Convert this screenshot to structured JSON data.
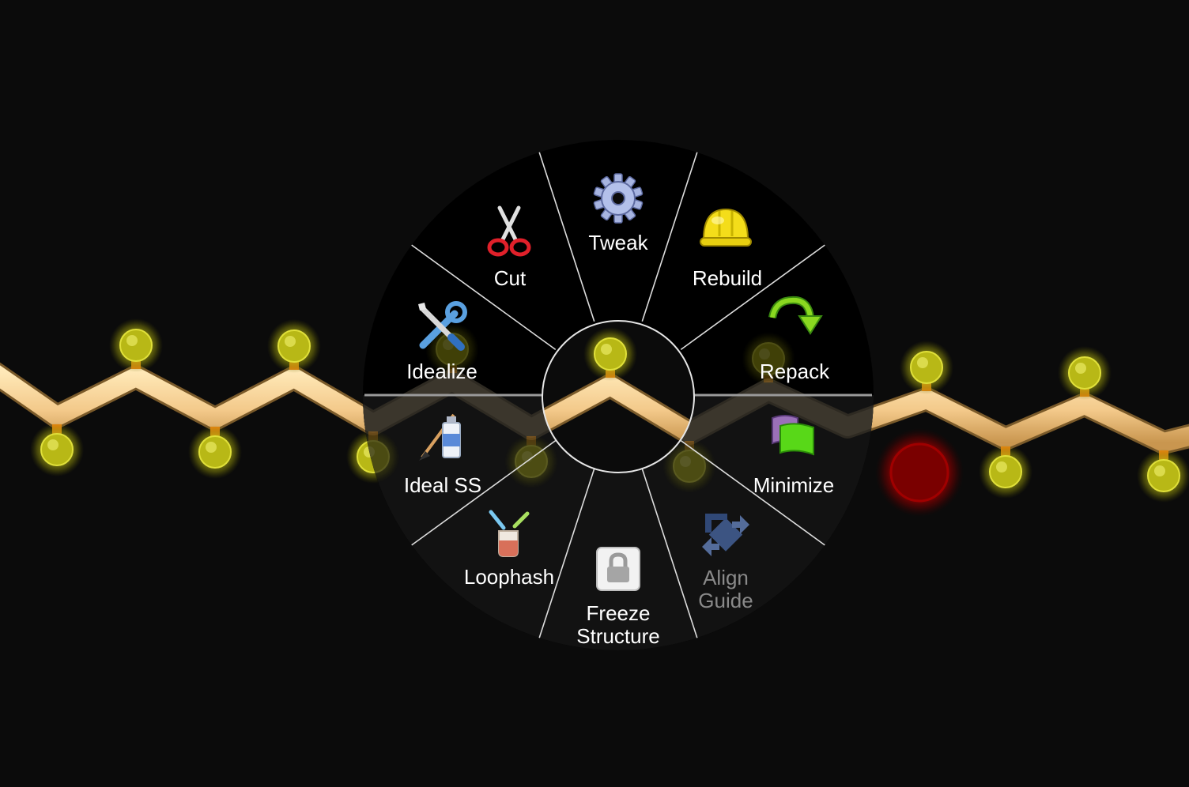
{
  "menu": {
    "items": [
      {
        "id": "tweak",
        "label": "Tweak",
        "icon": "gear-icon",
        "enabled": true
      },
      {
        "id": "rebuild",
        "label": "Rebuild",
        "icon": "hard-hat-icon",
        "enabled": true
      },
      {
        "id": "repack",
        "label": "Repack",
        "icon": "curved-arrow-icon",
        "enabled": true
      },
      {
        "id": "minimize",
        "label": "Minimize",
        "icon": "flags-icon",
        "enabled": true
      },
      {
        "id": "align-guide",
        "label_lines": [
          "Align",
          "Guide"
        ],
        "icon": "align-arrows-icon",
        "enabled": false
      },
      {
        "id": "freeze-structure",
        "label_lines": [
          "Freeze",
          "Structure"
        ],
        "icon": "lock-icon",
        "enabled": true
      },
      {
        "id": "loophash",
        "label": "Loophash",
        "icon": "beaker-icon",
        "enabled": true
      },
      {
        "id": "ideal-ss",
        "label": "Ideal SS",
        "icon": "paint-tube-icon",
        "enabled": true
      },
      {
        "id": "idealize",
        "label": "Idealize",
        "icon": "wrench-screwdriver-icon",
        "enabled": true
      },
      {
        "id": "cut",
        "label": "Cut",
        "icon": "scissors-icon",
        "enabled": true
      }
    ]
  },
  "colors": {
    "background": "#0b0b0b",
    "backbone": "#f7cf8a",
    "sidechain_glow": "#d8d81a",
    "connector": "#f08a10",
    "selected_residue": "#c00000",
    "menu_fill": "#000000",
    "menu_divider": "#dddddd"
  }
}
